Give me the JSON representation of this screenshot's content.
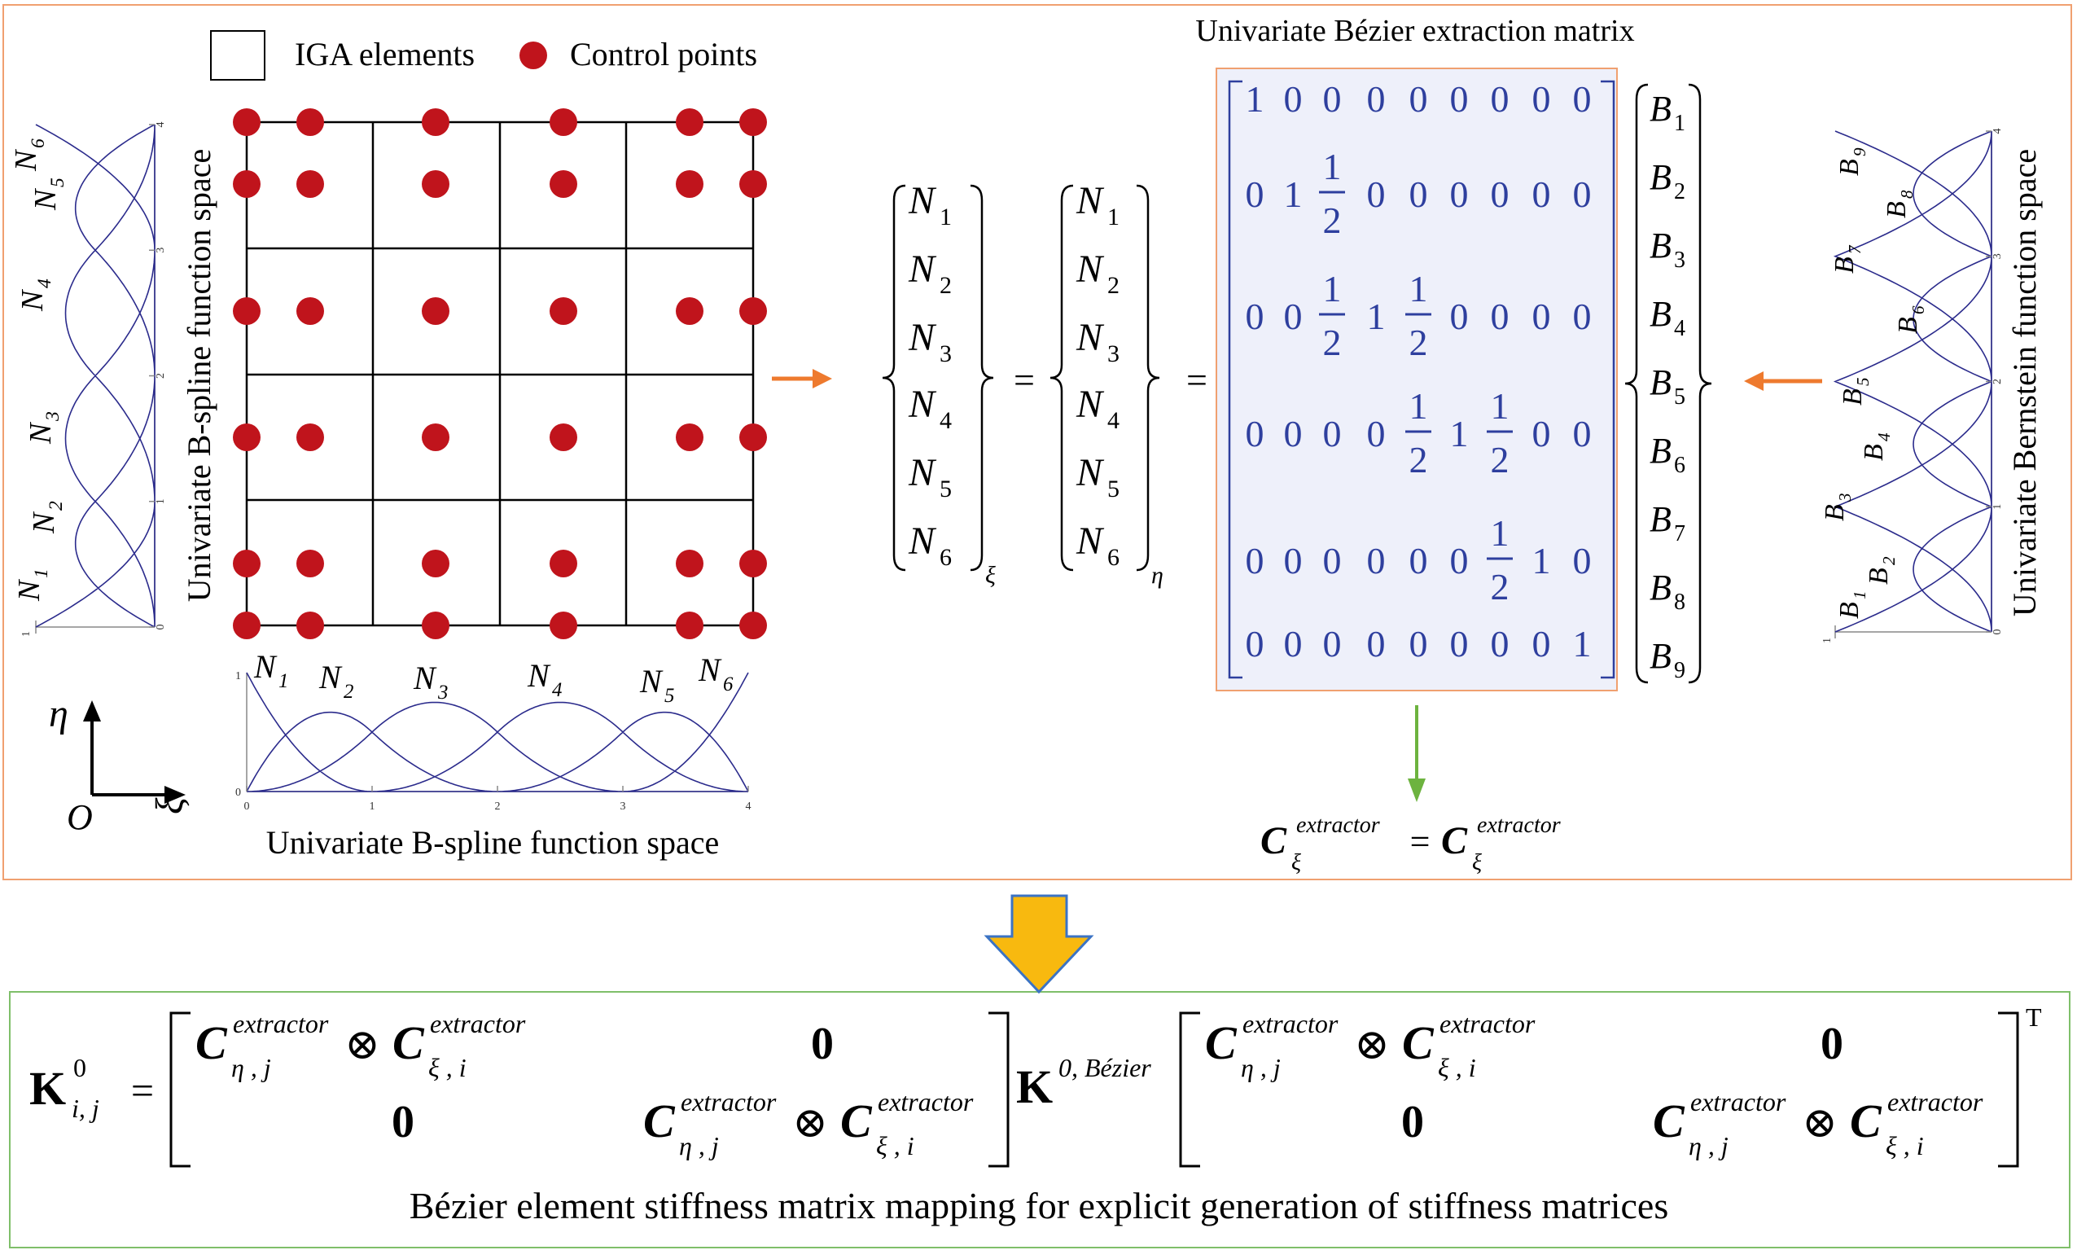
{
  "legend": {
    "element_label": "IGA elements",
    "control_label": "Control points"
  },
  "left_plot": {
    "axis_title": "Univariate B-spline function space",
    "ticks": [
      "0",
      "1",
      "2",
      "3",
      "4"
    ],
    "corner_tick": "1",
    "curve_labels": [
      "N",
      "N",
      "N",
      "N",
      "N",
      "N"
    ],
    "curve_subs": [
      "1",
      "2",
      "3",
      "4",
      "5",
      "6"
    ]
  },
  "bottom_plot": {
    "axis_title": "Univariate B-spline function space",
    "ticks": [
      "0",
      "1",
      "2",
      "3",
      "4"
    ],
    "y_ticks": [
      "0",
      "1"
    ],
    "curve_labels": [
      "N",
      "N",
      "N",
      "N",
      "N",
      "N"
    ],
    "curve_subs": [
      "1",
      "2",
      "3",
      "4",
      "5",
      "6"
    ]
  },
  "right_plot": {
    "axis_title": "Univariate Bernstein function space",
    "ticks": [
      "0",
      "1",
      "2",
      "3",
      "4"
    ],
    "corner_tick": "1",
    "curve_labels": [
      "B",
      "B",
      "B",
      "B",
      "B",
      "B",
      "B",
      "B",
      "B"
    ],
    "curve_subs": [
      "1",
      "2",
      "3",
      "4",
      "5",
      "6",
      "7",
      "8",
      "9"
    ]
  },
  "axes_glyph": {
    "eta": "η",
    "xi": "ξ",
    "origin": "O"
  },
  "vectors": {
    "symbol": "N",
    "subs": [
      "1",
      "2",
      "3",
      "4",
      "5",
      "6"
    ],
    "xi_sub": "ξ",
    "eta_sub": "η",
    "equals": "=",
    "b_symbol": "B",
    "b_subs": [
      "1",
      "2",
      "3",
      "4",
      "5",
      "6",
      "7",
      "8",
      "9"
    ]
  },
  "matrix": {
    "title": "Univariate Bézier extraction matrix",
    "rows": [
      [
        "1",
        "0",
        "0",
        "0",
        "0",
        "0",
        "0",
        "0",
        "0"
      ],
      [
        "0",
        "1",
        "1/2",
        "0",
        "0",
        "0",
        "0",
        "0",
        "0"
      ],
      [
        "0",
        "0",
        "1/2",
        "1",
        "1/2",
        "0",
        "0",
        "0",
        "0"
      ],
      [
        "0",
        "0",
        "0",
        "0",
        "1/2",
        "1",
        "1/2",
        "0",
        "0"
      ],
      [
        "0",
        "0",
        "0",
        "0",
        "0",
        "0",
        "1/2",
        "1",
        "0"
      ],
      [
        "0",
        "0",
        "0",
        "0",
        "0",
        "0",
        "0",
        "0",
        "1"
      ]
    ]
  },
  "c_equation": {
    "symbol": "C",
    "superscript": "extractor",
    "sub": "ξ",
    "equals": "="
  },
  "bottom_formula": {
    "k": "K",
    "k_sup": "0",
    "k_sub": "i, j",
    "equals": "=",
    "c": "C",
    "extractor": "extractor",
    "eta_j": "η , j",
    "xi_i": "ξ , i",
    "otimes": "⊗",
    "zero": "0",
    "kbez_sup": "0, Bézier",
    "transpose": "T",
    "caption": "Bézier element stiffness matrix mapping for explicit  generation of stiffness matrices"
  },
  "colors": {
    "curve": "#2b2b8c",
    "matrix_text": "#2e3f9e",
    "matrix_bg": "#eef0fa",
    "matrix_border": "#f0a070",
    "top_frame": "#f0a070",
    "bottom_frame": "#7fbf6a",
    "control_point": "#c0141c",
    "orange_arrow": "#ee7a2e",
    "green_arrow": "#6db33f",
    "big_arrow_fill": "#f8b90f",
    "big_arrow_stroke": "#3b73c4"
  }
}
